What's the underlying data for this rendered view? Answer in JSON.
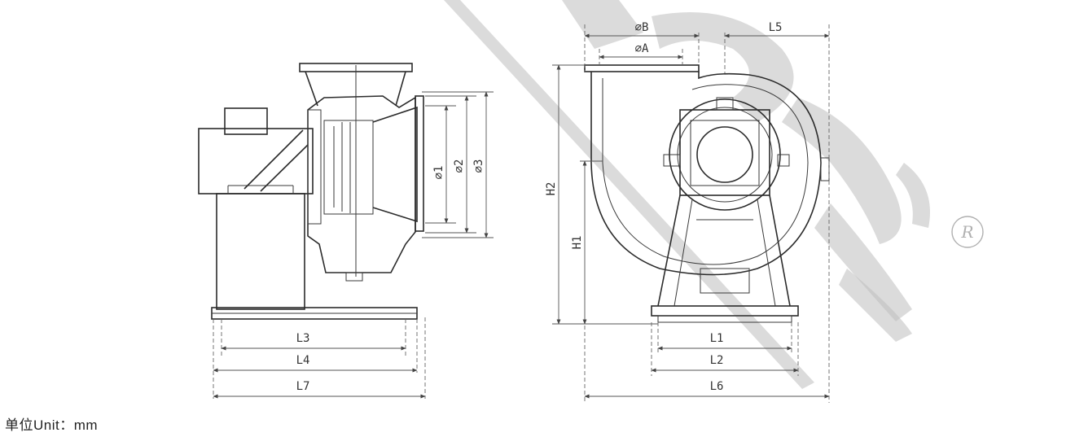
{
  "unit_text": "单位Unit：mm",
  "registered_mark": "R",
  "side_view_labels": {
    "d1": "∅1",
    "d2": "∅2",
    "d3": "∅3",
    "l3": "L3",
    "l4": "L4",
    "l7": "L7"
  },
  "front_view_labels": {
    "db": "∅B",
    "da": "∅A",
    "l5": "L5",
    "h2": "H2",
    "h1": "H1",
    "l1": "L1",
    "l2": "L2",
    "l6": "L6"
  },
  "colors": {
    "line": "#2b2b2b",
    "watermark": "#bdbdbd"
  }
}
